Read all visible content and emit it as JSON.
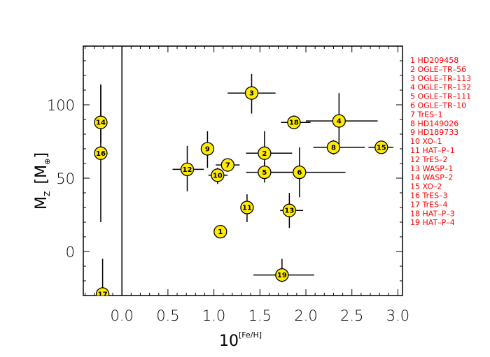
{
  "chart_data": {
    "type": "scatter",
    "title": "",
    "xlabel_main": "10",
    "xlabel_sup": "[Fe/H]",
    "ylabel_main": "M",
    "ylabel_sub": "Z",
    "ylabel_unit": "[M",
    "ylabel_unit_symbol": "⊕",
    "ylabel_unit_close": "]",
    "xlim": [
      -0.42,
      3.05
    ],
    "ylim": [
      -30,
      140
    ],
    "x_ticks": [
      0.0,
      0.5,
      1.0,
      1.5,
      2.0,
      2.5,
      3.0
    ],
    "x_tick_labels": [
      "0.0",
      "0.5",
      "1.0",
      "1.5",
      "2.0",
      "2.5",
      "3.0"
    ],
    "y_ticks": [
      0,
      50,
      100
    ],
    "y_tick_labels": [
      "0",
      "50",
      "100"
    ],
    "vertical_line_x": 0.0,
    "marker_color": "#ffea00",
    "legend_color": "#ff0000",
    "points": [
      {
        "id": "1",
        "x": 1.07,
        "y": 13.5,
        "xlo": 1.03,
        "xhi": 1.11,
        "ylo": 9,
        "yhi": 18
      },
      {
        "id": "2",
        "x": 1.55,
        "y": 67,
        "xlo": 1.35,
        "xhi": 1.85,
        "ylo": 56,
        "yhi": 82
      },
      {
        "id": "3",
        "x": 1.41,
        "y": 108,
        "xlo": 1.15,
        "xhi": 1.67,
        "ylo": 94,
        "yhi": 121
      },
      {
        "id": "4",
        "x": 2.36,
        "y": 89,
        "xlo": 2.0,
        "xhi": 2.78,
        "ylo": 70,
        "yhi": 108
      },
      {
        "id": "5",
        "x": 1.55,
        "y": 54,
        "xlo": 1.35,
        "xhi": 1.85,
        "ylo": 47,
        "yhi": 61
      },
      {
        "id": "6",
        "x": 1.93,
        "y": 54,
        "xlo": 1.5,
        "xhi": 2.43,
        "ylo": 37,
        "yhi": 71
      },
      {
        "id": "7",
        "x": 1.15,
        "y": 59,
        "xlo": 1.02,
        "xhi": 1.28,
        "ylo": 57,
        "yhi": 61
      },
      {
        "id": "8",
        "x": 2.3,
        "y": 71,
        "xlo": 2.08,
        "xhi": 2.64,
        "ylo": 66,
        "yhi": 76
      },
      {
        "id": "9",
        "x": 0.93,
        "y": 70,
        "xlo": 0.87,
        "xhi": 0.99,
        "ylo": 57,
        "yhi": 82
      },
      {
        "id": "10",
        "x": 1.04,
        "y": 52,
        "xlo": 0.94,
        "xhi": 1.15,
        "ylo": 46,
        "yhi": 57
      },
      {
        "id": "11",
        "x": 1.36,
        "y": 30,
        "xlo": 1.31,
        "xhi": 1.41,
        "ylo": 20,
        "yhi": 39
      },
      {
        "id": "12",
        "x": 0.71,
        "y": 56,
        "xlo": 0.55,
        "xhi": 0.89,
        "ylo": 41,
        "yhi": 72
      },
      {
        "id": "13",
        "x": 1.82,
        "y": 28,
        "xlo": 1.72,
        "xhi": 1.97,
        "ylo": 16,
        "yhi": 40
      },
      {
        "id": "14",
        "x": -0.23,
        "y": 88,
        "xlo": -0.25,
        "xhi": -0.21,
        "ylo": 74,
        "yhi": 113
      },
      {
        "id": "15",
        "x": 2.82,
        "y": 71,
        "xlo": 2.68,
        "xhi": 2.95,
        "ylo": 69,
        "yhi": 73
      },
      {
        "id": "16",
        "x": -0.23,
        "y": 67,
        "xlo": -0.25,
        "xhi": -0.21,
        "ylo": 20,
        "yhi": 114
      },
      {
        "id": "17",
        "x": -0.21,
        "y": -29,
        "xlo": -0.23,
        "xhi": -0.19,
        "ylo": -35,
        "yhi": -5
      },
      {
        "id": "18",
        "x": 1.87,
        "y": 88,
        "xlo": 1.73,
        "xhi": 2.05,
        "ylo": 85,
        "yhi": 91
      },
      {
        "id": "19",
        "x": 1.74,
        "y": -16,
        "xlo": 1.43,
        "xhi": 2.09,
        "ylo": -21,
        "yhi": -5
      }
    ],
    "legend": [
      "1  HD209458",
      "2  OGLE–TR–56",
      "3  OGLE–TR–113",
      "4  OGLE–TR–132",
      "5  OGLE–TR–111",
      "6  OGLE–TR–10",
      "7  TrES–1",
      "8  HD149026",
      "9  HD189733",
      "10  XO–1",
      "11  HAT–P–1",
      "12  TrES–2",
      "13  WASP–1",
      "14  WASP–2",
      "15  XO–2",
      "16  TrES–3",
      "17  TrES–4",
      "18  HAT–P–3",
      "19  HAT–P–4"
    ]
  }
}
